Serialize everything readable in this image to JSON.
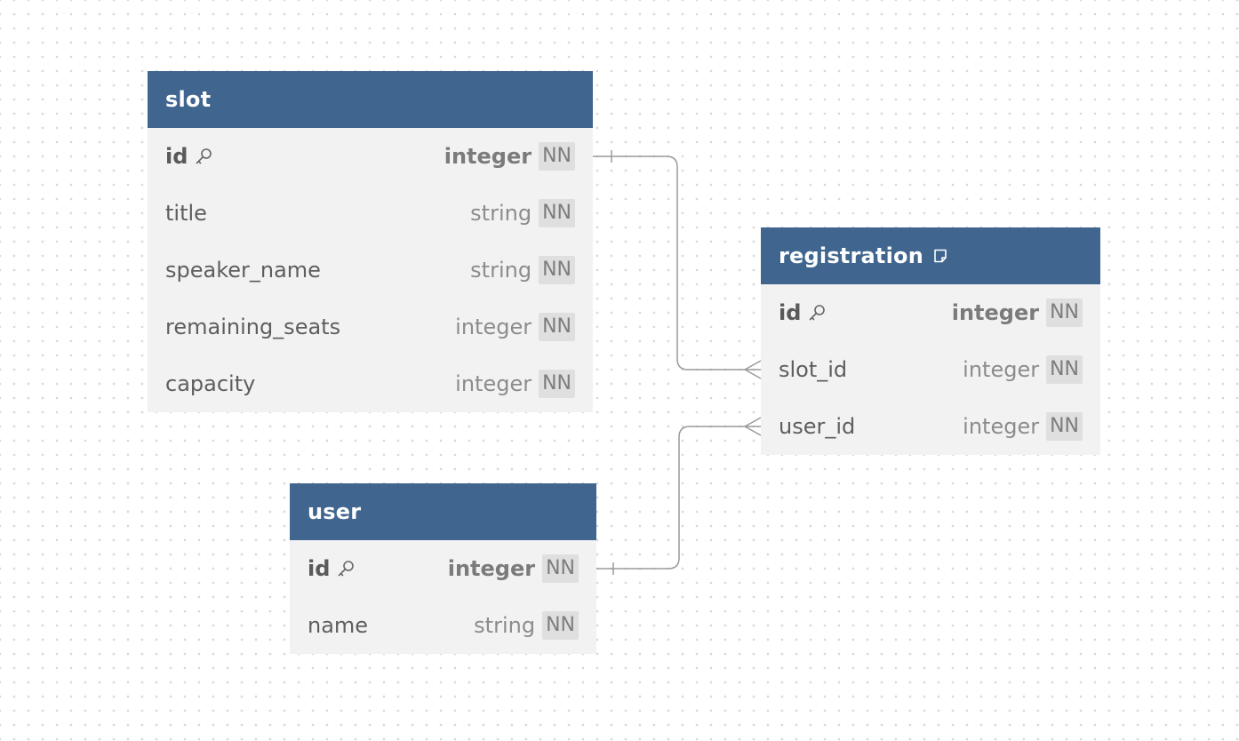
{
  "entities": [
    {
      "name": "slot",
      "has_note": false,
      "columns": [
        {
          "name": "id",
          "type": "integer",
          "constraint": "NN",
          "primary_key": true
        },
        {
          "name": "title",
          "type": "string",
          "constraint": "NN",
          "primary_key": false
        },
        {
          "name": "speaker_name",
          "type": "string",
          "constraint": "NN",
          "primary_key": false
        },
        {
          "name": "remaining_seats",
          "type": "integer",
          "constraint": "NN",
          "primary_key": false
        },
        {
          "name": "capacity",
          "type": "integer",
          "constraint": "NN",
          "primary_key": false
        }
      ]
    },
    {
      "name": "registration",
      "has_note": true,
      "columns": [
        {
          "name": "id",
          "type": "integer",
          "constraint": "NN",
          "primary_key": true
        },
        {
          "name": "slot_id",
          "type": "integer",
          "constraint": "NN",
          "primary_key": false
        },
        {
          "name": "user_id",
          "type": "integer",
          "constraint": "NN",
          "primary_key": false
        }
      ]
    },
    {
      "name": "user",
      "has_note": false,
      "columns": [
        {
          "name": "id",
          "type": "integer",
          "constraint": "NN",
          "primary_key": true
        },
        {
          "name": "name",
          "type": "string",
          "constraint": "NN",
          "primary_key": false
        }
      ]
    }
  ],
  "relationships": [
    {
      "from": "slot.id",
      "to": "registration.slot_id",
      "from_end": "one",
      "to_end": "many"
    },
    {
      "from": "user.id",
      "to": "registration.user_id",
      "from_end": "one",
      "to_end": "many"
    }
  ],
  "icons": {
    "primary_key": "key-icon",
    "note": "note-icon"
  },
  "colors": {
    "header": "#40668f",
    "body": "#f2f2f2",
    "connector": "#9a9a9a"
  }
}
